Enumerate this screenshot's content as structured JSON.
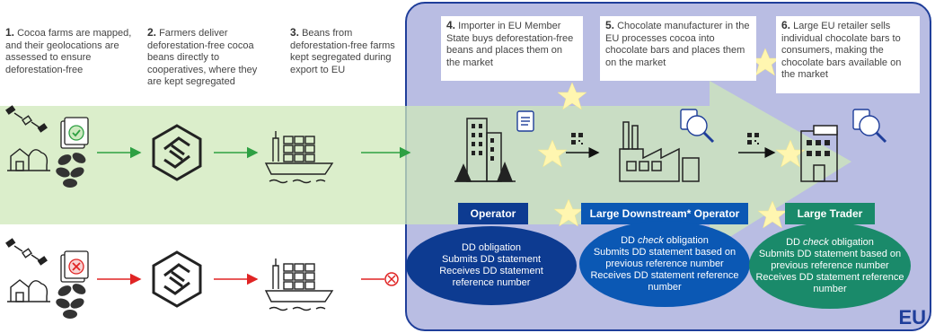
{
  "steps": [
    {
      "num": "1.",
      "text": "Cocoa farms are mapped, and their geolocations are assessed to ensure deforestation-free"
    },
    {
      "num": "2.",
      "text": "Farmers deliver deforestation-free cocoa beans directly to cooperatives, where they are kept segregated"
    },
    {
      "num": "3.",
      "text": "Beans from deforestation-free farms kept segregated during export to EU"
    },
    {
      "num": "4.",
      "text": "Importer in EU Member State buys deforestation-free beans and places them on the market"
    },
    {
      "num": "5.",
      "text": "Chocolate manufacturer in the EU processes cocoa into chocolate bars and places them on the market"
    },
    {
      "num": "6.",
      "text": "Large EU retailer sells individual chocolate bars to consumers, making the chocolate bars available on the market"
    }
  ],
  "roles": {
    "operator": {
      "title": "Operator",
      "lines": [
        "DD obligation",
        "Submits DD statement",
        "Receives DD statement",
        "reference number"
      ]
    },
    "downstream": {
      "title": "Large Downstream* Operator",
      "line1_pre": "DD ",
      "line1_em": "check",
      "line1_post": " obligation",
      "lines": [
        "Submits DD statement based on",
        "previous reference number",
        "Receives DD statement reference",
        "number"
      ]
    },
    "trader": {
      "title": "Large Trader",
      "line1_pre": "DD ",
      "line1_em": "check",
      "line1_post": " obligation",
      "lines": [
        "Submits DD statement based on",
        "previous reference number",
        "Receives DD statement reference",
        "number"
      ]
    }
  },
  "eu_label": "EU",
  "colors": {
    "eu_region": "#b9bde3",
    "eu_border": "#1f3e9a",
    "green_flow": "#d6ecc5",
    "green_arrow": "#2ea043",
    "red_arrow": "#e02424",
    "operator_blue": "#0d3b91",
    "downstream_blue": "#0b58b4",
    "trader_green": "#1a8a6a",
    "star": "#fff6b0"
  },
  "icons": [
    "satellite-icon",
    "farm-icon",
    "document-check-icon",
    "document-cross-icon",
    "cocoa-beans-icon",
    "hands-hexagon-icon",
    "cargo-ship-icon",
    "factory-icon",
    "building-icon",
    "store-icon",
    "qr-code-icon",
    "magnifier-document-icon",
    "star-icon"
  ]
}
